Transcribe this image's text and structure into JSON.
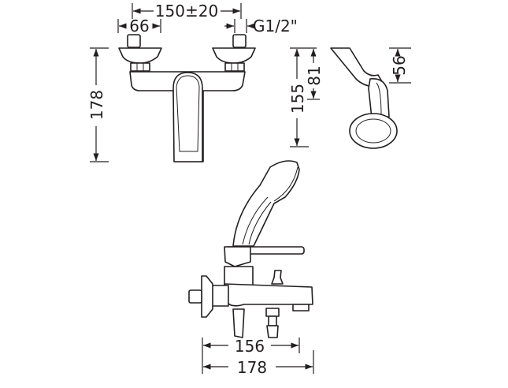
{
  "drawing": {
    "front_view": {
      "width_label": "150±20",
      "handle_label": "66",
      "thread_label": "G1/2\"",
      "height_label": "178"
    },
    "side_view": {
      "height_label": "155",
      "mid_label": "81",
      "arm_label": "56"
    },
    "bottom_view": {
      "inner_length_label": "156",
      "total_length_label": "178"
    }
  }
}
